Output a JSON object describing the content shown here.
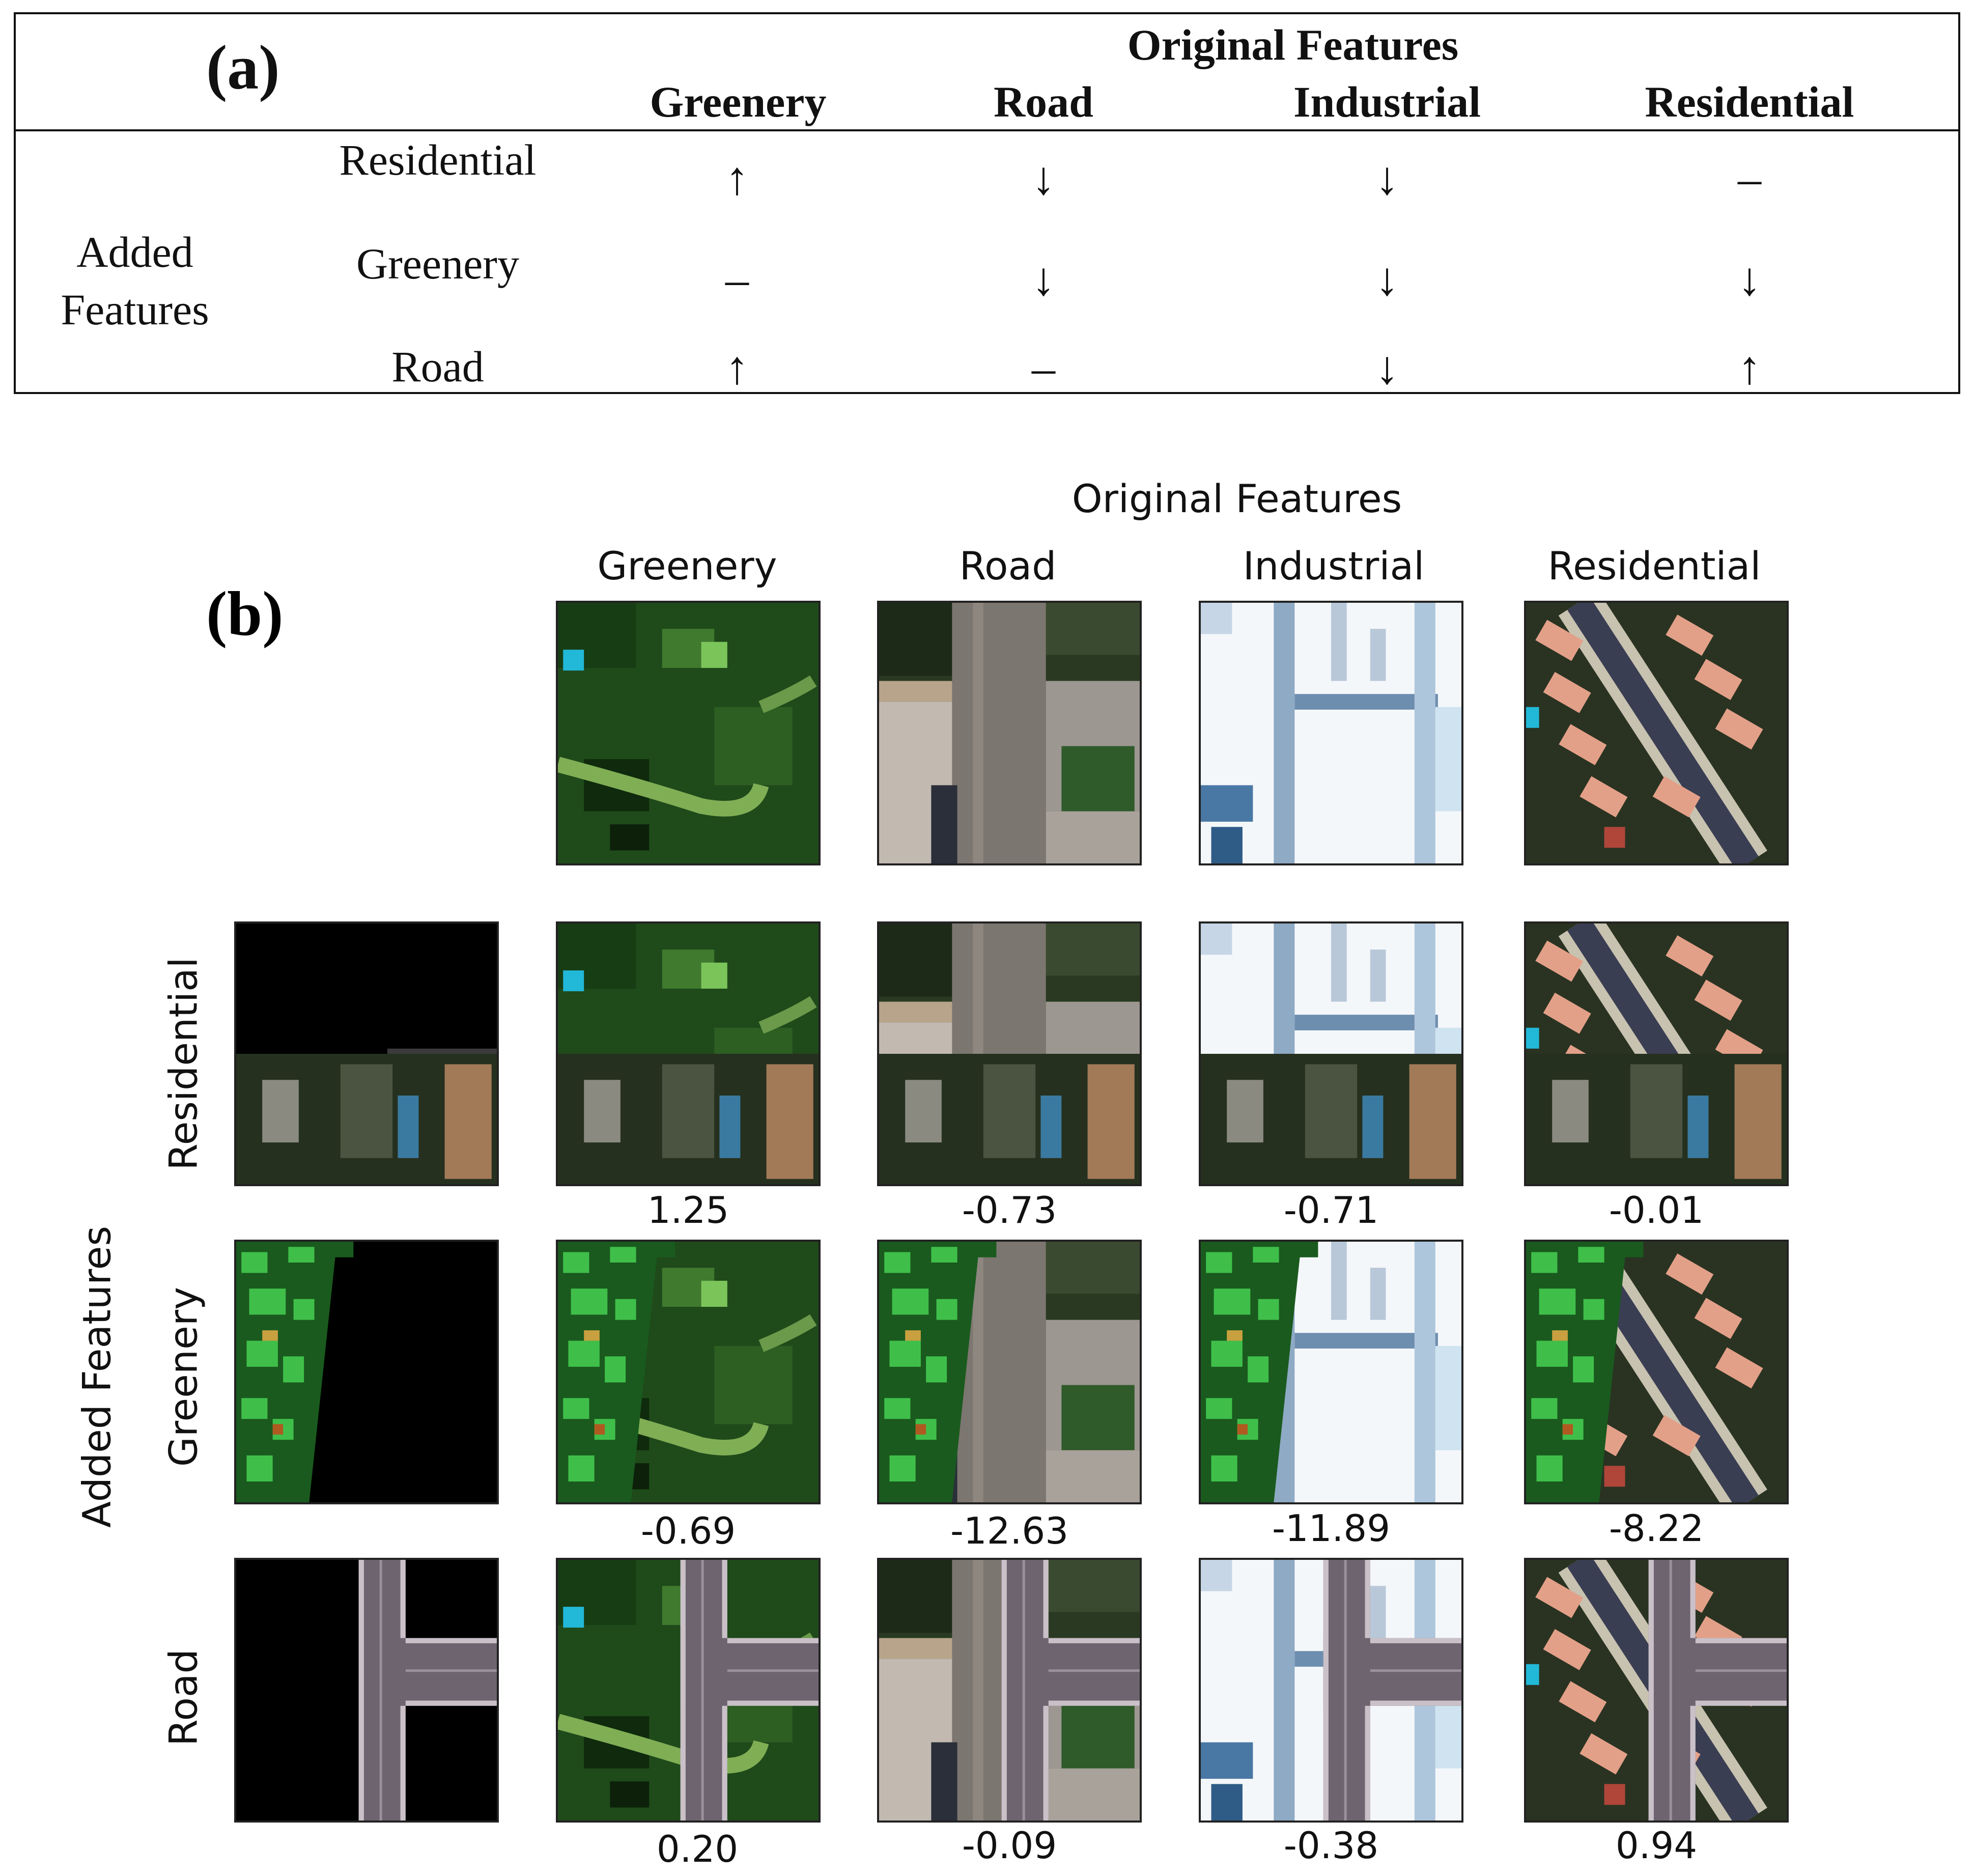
{
  "panel_a": {
    "label": "(a)",
    "original_features_title": "Original Features",
    "columns": [
      "Greenery",
      "Road",
      "Industrial",
      "Residential"
    ],
    "added_features_title_line1": "Added",
    "added_features_title_line2": "Features",
    "rows": [
      {
        "label": "Residential",
        "cells": [
          "↑",
          "↓",
          "↓",
          "–"
        ]
      },
      {
        "label": "Greenery",
        "cells": [
          "–",
          "↓",
          "↓",
          "↓"
        ]
      },
      {
        "label": "Road",
        "cells": [
          "↑",
          "–",
          "↓",
          "↑"
        ]
      }
    ]
  },
  "panel_b": {
    "label": "(b)",
    "original_features_title": "Original Features",
    "columns": [
      "Greenery",
      "Road",
      "Industrial",
      "Residential"
    ],
    "added_features_title": "Added Features",
    "row_labels": [
      "Residential",
      "Greenery",
      "Road"
    ],
    "values": [
      [
        "1.25",
        "-0.73",
        "-0.71",
        "-0.01"
      ],
      [
        "-0.69",
        "-12.63",
        "-11.89",
        "-8.22"
      ],
      [
        "0.20",
        "-0.09",
        "-0.38",
        "0.94"
      ]
    ]
  }
}
